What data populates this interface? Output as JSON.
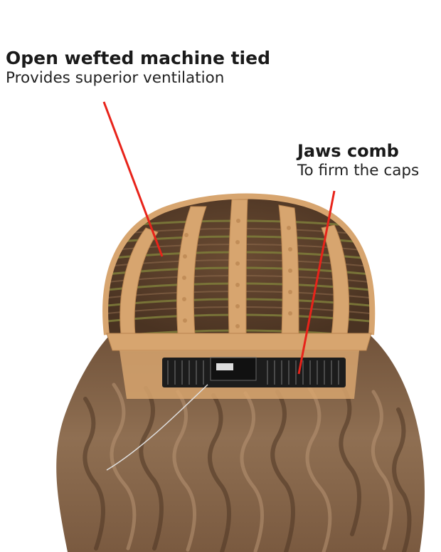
{
  "callouts": [
    {
      "title": "Open wefted machine tied",
      "description": "Provides superior ventilation"
    },
    {
      "title": "Jaws comb",
      "description": "To firm the caps"
    }
  ],
  "colors": {
    "pointer": "#e8231a",
    "hair_dark": "#5e4330",
    "hair_mid": "#8a6a4f",
    "hair_light": "#a98a6c",
    "cap_band": "#d7a56f",
    "weft_green": "#7d7a3a",
    "comb": "#1c1c1c"
  }
}
